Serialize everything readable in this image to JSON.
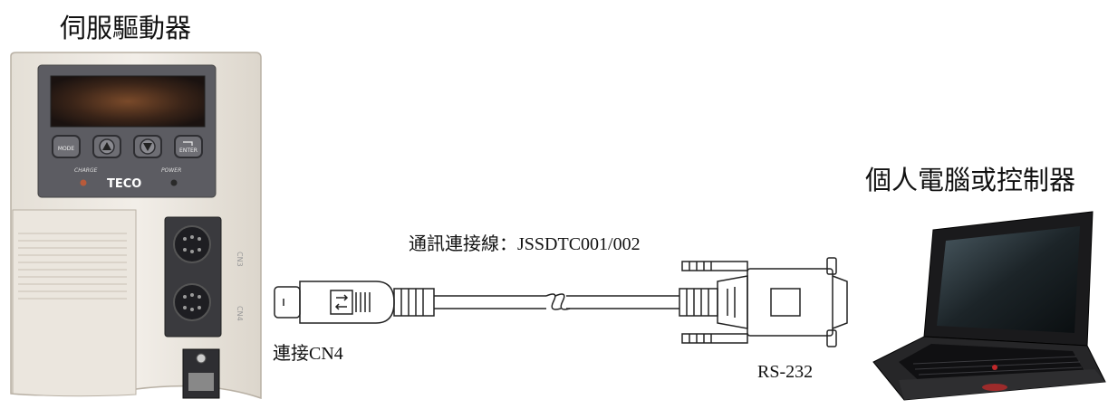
{
  "servo_drive": {
    "title": "伺服驅動器",
    "keypad": {
      "mode_label": "MODE",
      "enter_label": "ENTER",
      "charge_label": "CHARGE",
      "power_label": "POWER",
      "brand": "TECO"
    },
    "port_labels": [
      "CN3",
      "CN4"
    ]
  },
  "cable": {
    "label": "通訊連接線：JSSDTC001/002",
    "left_connector_label": "連接CN4",
    "right_connector_label": "RS-232"
  },
  "computer": {
    "title": "個人電腦或控制器"
  }
}
